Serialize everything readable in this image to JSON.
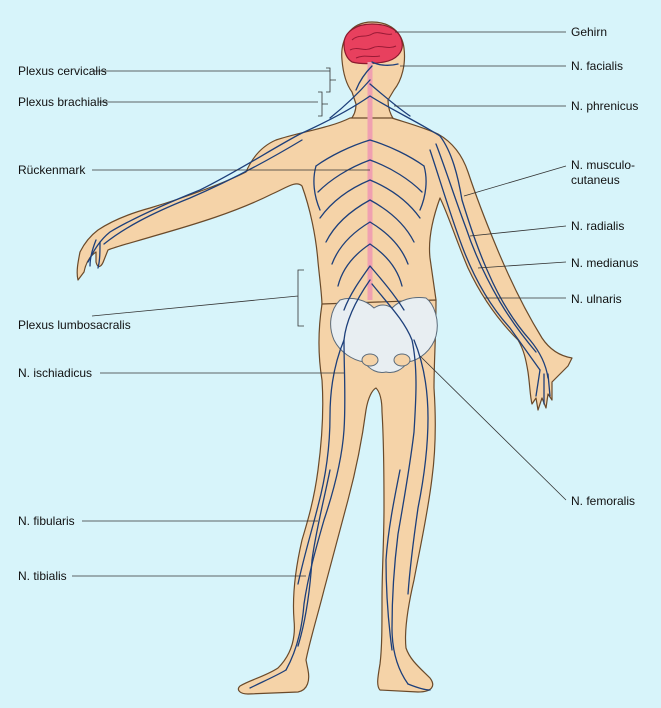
{
  "labels_left": {
    "plexus_cervicalis": "Plexus cervicalis",
    "plexus_brachialis": "Plexus brachialis",
    "rueckenmark": "Rückenmark",
    "plexus_lumbosacralis": "Plexus lumbosacralis",
    "n_ischiadicus": "N. ischiadicus",
    "n_fibularis": "N. fibularis",
    "n_tibialis": "N. tibialis"
  },
  "labels_right": {
    "gehirn": "Gehirn",
    "n_facialis": "N. facialis",
    "n_phrenicus": "N. phrenicus",
    "n_musculocutaneus_1": "N. musculo-",
    "n_musculocutaneus_2": "cutaneus",
    "n_radialis": "N. radialis",
    "n_medianus": "N. medianus",
    "n_ulnaris": "N. ulnaris",
    "n_femoralis": "N. femoralis"
  },
  "colors": {
    "background": "#d7f4fa",
    "skin": "#f5d3a8",
    "skin_outline": "#6a4a2a",
    "nerve": "#1d3f7a",
    "brain": "#e8405e",
    "spinal_cord": "#f0a0b0",
    "pelvis": "#e8eef2",
    "leader_line": "#333333"
  }
}
